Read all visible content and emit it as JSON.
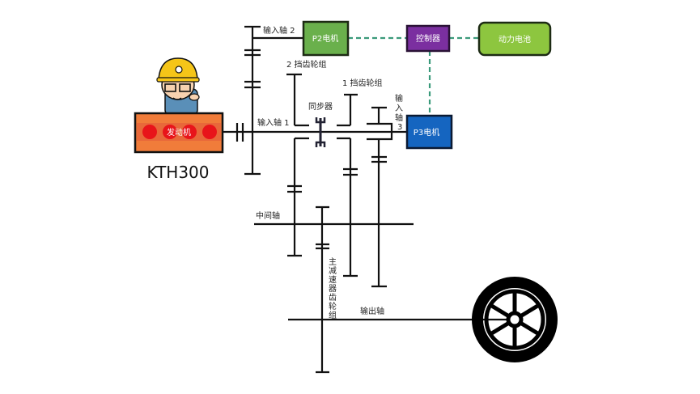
{
  "labels": {
    "input_shaft_2": "输入轴 2",
    "gear_set_2": "2 挡齿轮组",
    "gear_set_1": "1 挡齿轮组",
    "synchronizer": "同步器",
    "input_shaft_1": "输入轴 1",
    "input_shaft_3": [
      "输",
      "入",
      "轴",
      "3"
    ],
    "intermediate_shaft": "中间轴",
    "final_drive_gear_set": [
      "主",
      "减",
      "速",
      "器",
      "齿",
      "轮",
      "组"
    ],
    "output_shaft": "输出轴",
    "model": "KTH300"
  },
  "components": {
    "engine": "发动机",
    "p2_motor": "P2电机",
    "controller": "控制器",
    "battery": "动力电池",
    "p3_motor": "P3电机"
  },
  "colors": {
    "engine": "#f07c3a",
    "engine_cylinder": "#e8141a",
    "p2_motor": "#6ab04c",
    "controller": "#7b2fa0",
    "battery": "#8dc63f",
    "p3_motor": "#1565c0",
    "electric_link": "#3a9a7a"
  }
}
